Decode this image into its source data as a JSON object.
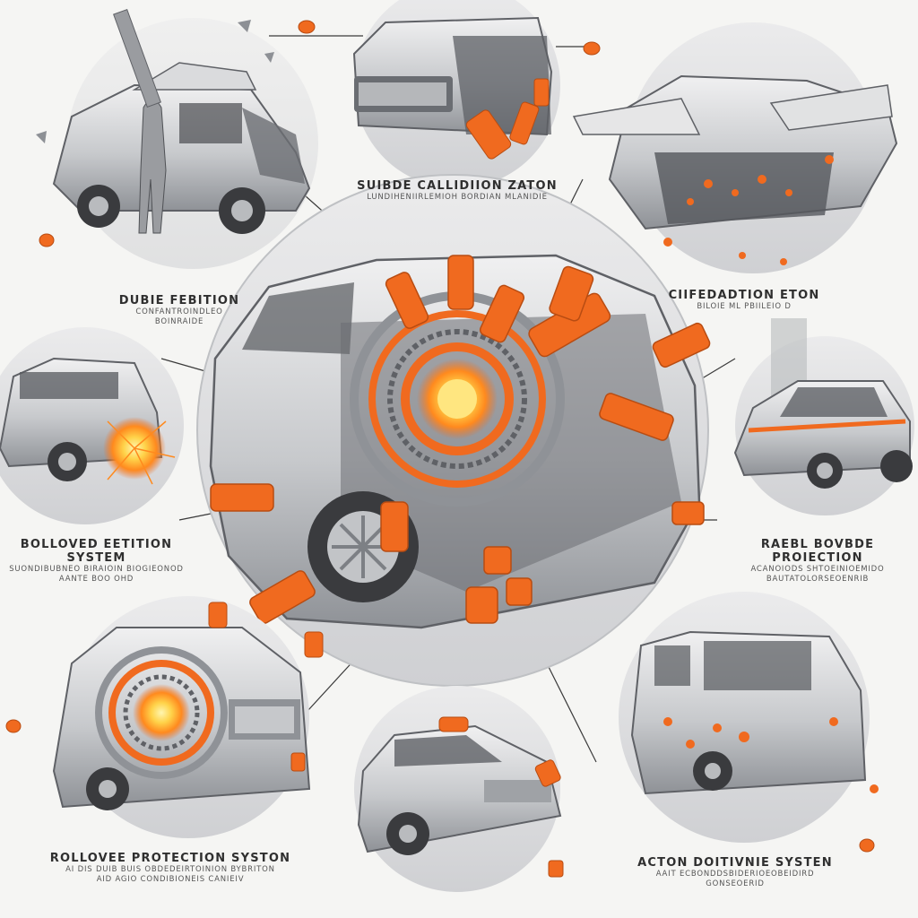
{
  "palette": {
    "background": "#f5f5f3",
    "accent_orange": "#f06a1f",
    "core_yellow": "#ffd34a",
    "metal_light": "#d6d7d9",
    "metal_mid": "#a9abaf",
    "metal_dark": "#5f6166",
    "leader_line": "#3a3a3a"
  },
  "labels": {
    "top_center": {
      "title": "SUIBDE CALLIDIION ZATON",
      "subtitle": "LUNDIHENIIRLEMIOH BORDIAN MLANIDIE"
    },
    "upper_left": {
      "title": "DUBIE FEBITION",
      "subtitle_1": "CONFANTROINDLEO",
      "subtitle_2": "BOINRAIDE"
    },
    "upper_right": {
      "title": "CIIFEDADTION ETON",
      "subtitle": "BILOIE ML PBIILEIO D"
    },
    "mid_left": {
      "title": "BOLLOVED EETITION SYSTEM",
      "subtitle_1": "SUONDIBUBNEO BIRAIOIN BIOGIEONOD",
      "subtitle_2": "AANTE BOO OHD"
    },
    "mid_right": {
      "title": "RAEBL BOVBDE PROIECTION",
      "subtitle_1": "ACANOIODS SHTOEINIOEMIDO",
      "subtitle_2": "BAUTATOLORSEOENRIB"
    },
    "bottom_left": {
      "title": "ROLLOVEE PROTECTION SYSTON",
      "subtitle_1": "AI DIS DUIB BUIS OBDEDEIRTOINION BYBRITON",
      "subtitle_2": "AID AGIO CONDIBIONEIS CANIEIV"
    },
    "bottom_right": {
      "title": "ACTON DOITIVNIE SYSTEN",
      "subtitle_1": "AAIT ECBONDDSBIDERIOEOBEIDIRD",
      "subtitle_2": "GONSEOERID"
    }
  },
  "icons": {
    "center": "exploded-car-core-icon",
    "top_left": "crashed-pickup-icon",
    "top_center": "crashed-truck-front-icon",
    "top_right": "crumpled-sedan-icon",
    "mid_left": "suv-collision-spark-icon",
    "mid_right": "hatchback-icon",
    "bottom_left": "suv-energy-ring-icon",
    "bottom_center": "crossover-suv-icon",
    "bottom_right": "minibus-icon"
  }
}
